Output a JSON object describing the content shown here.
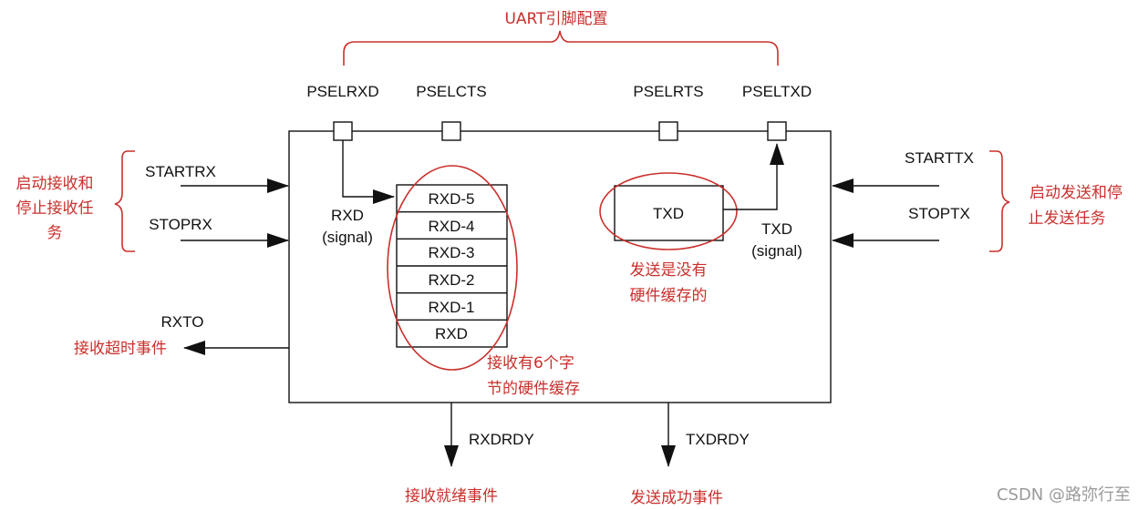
{
  "title": "UART引脚配置",
  "pins": {
    "pselrxd": "PSELRXD",
    "pselcts": "PSELCTS",
    "pselrts": "PSELRTS",
    "pseltxd": "PSELTXD"
  },
  "tasks_left": {
    "startrx": "STARTRX",
    "stoprx": "STOPRX",
    "note_lines": [
      "启动接收和",
      "停止接收任",
      "务"
    ]
  },
  "tasks_right": {
    "starttx": "STARTTX",
    "stoptx": "STOPTX",
    "note_lines": [
      "启动发送和停",
      "止发送任务"
    ]
  },
  "rx_signal": [
    "RXD",
    "(signal)"
  ],
  "tx_signal": [
    "TXD",
    "(signal)"
  ],
  "rx_buffer": [
    "RXD-5",
    "RXD-4",
    "RXD-3",
    "RXD-2",
    "RXD-1",
    "RXD"
  ],
  "rx_buffer_note": [
    "接收有6个字",
    "节的硬件缓存"
  ],
  "txd_box": "TXD",
  "tx_note": [
    "发送是没有",
    "硬件缓存的"
  ],
  "rxto": {
    "label": "RXTO",
    "note": "接收超时事件"
  },
  "rxdrdy": {
    "label": "RXDRDY",
    "note": "接收就绪事件"
  },
  "txdrdy": {
    "label": "TXDRDY",
    "note": "发送成功事件"
  },
  "watermark": "CSDN @路弥行至",
  "colors": {
    "annotation": "#c9302c",
    "line": "#111111"
  }
}
